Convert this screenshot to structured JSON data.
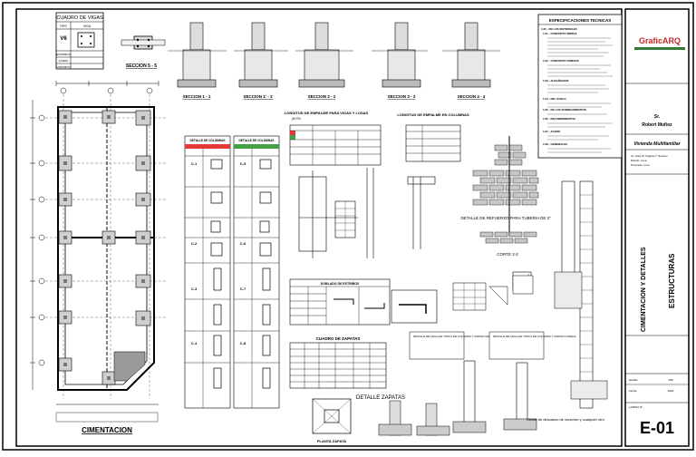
{
  "sheet": {
    "title_main": "CIMENTACION",
    "beam_table_title": "CUADRO DE VIGAS",
    "beam_table_cols": [
      "TIPO",
      "VIGA"
    ],
    "beam_table_code": "V6",
    "beam_table_rows": [
      "ESTRIBOS",
      "ACERO",
      "CONCRETO"
    ],
    "section_55": "SECCION 5 - 5",
    "sections": [
      "SECCION 1 - 1",
      "SECCION 1' - 1'",
      "SECCION 2 - 2",
      "SECCION 3 - 3",
      "SECCION 4 - 4"
    ],
    "empalme_title": "LONGITUD DE EMPALME PARA VIGAS Y LOSAS",
    "empalme_note": "(NOTA:",
    "empalme_cols_title": "LONGITUD DE EMPALME EN COLUMNAS",
    "columns_detail_title": "DETALLE DE COLUMNAS",
    "columns_labels": [
      "C-1",
      "C-2",
      "C-3",
      "C-4",
      "C-5",
      "C-6",
      "C-7",
      "C-8"
    ],
    "refuerzo_title": "DETALLE DE REFUERZO PARA TUBERIA DE 2\"",
    "corte_22": "CORTE 2-2",
    "zapatas_table_title": "CUADRO DE ZAPATAS",
    "detalle_zapatas": "DETALLE ZAPATAS",
    "planta_zapata": "PLANTA ZAPATA",
    "nota_desencofrado": "Desde de descanso de concreto y cualquier otro",
    "detalle_anclaje_1": "DETALLE DE ANCLAJE TIPICO DE COLUMNA Y ZAPATA CENTRICA",
    "detalle_anclaje_2": "DETALLE DE ANCLAJE TIPICO DE COLUMNA Y ZAPATA LATERAL",
    "dobles_title": "DOBLADO DE ESTRIBOS"
  },
  "specs": {
    "title": "ESPECIFICACIONES TECNICAS",
    "groups": [
      "1.00 - DE LOS MATERIALES",
      "1.01 - CONCRETO SIMPLE",
      "1.02 - CONCRETO ARMADO",
      "1.03 - ALBAÑILERIA",
      "1.04 - DEL SUELO",
      "1.05 - DE LOS SOBRECIMIENTOS",
      "1.06 - RECUBRIMIENTOS",
      "1.07 - ACERO",
      "1.08 - GENERALES"
    ]
  },
  "title_block": {
    "logo_text": "GraficARQ",
    "owner_label": "Sr.",
    "owner_name": "Robert Muñoz",
    "project_label": "Vivienda Multifamiliar",
    "lines": [
      "Av. Jose M. Pagina nº Numero",
      "Distrito: Lima",
      "Provincia: Lima"
    ],
    "drawing_title_1": "CIMENTACION Y DETALLES",
    "drawing_title_2": "ESTRUCTURAS",
    "scale_label": "Escala:",
    "scale_value": "1/50",
    "date_label": "Fecha:",
    "date_value": "2020",
    "sheet_label": "LAMINA Nº",
    "sheet_code": "E-01"
  }
}
